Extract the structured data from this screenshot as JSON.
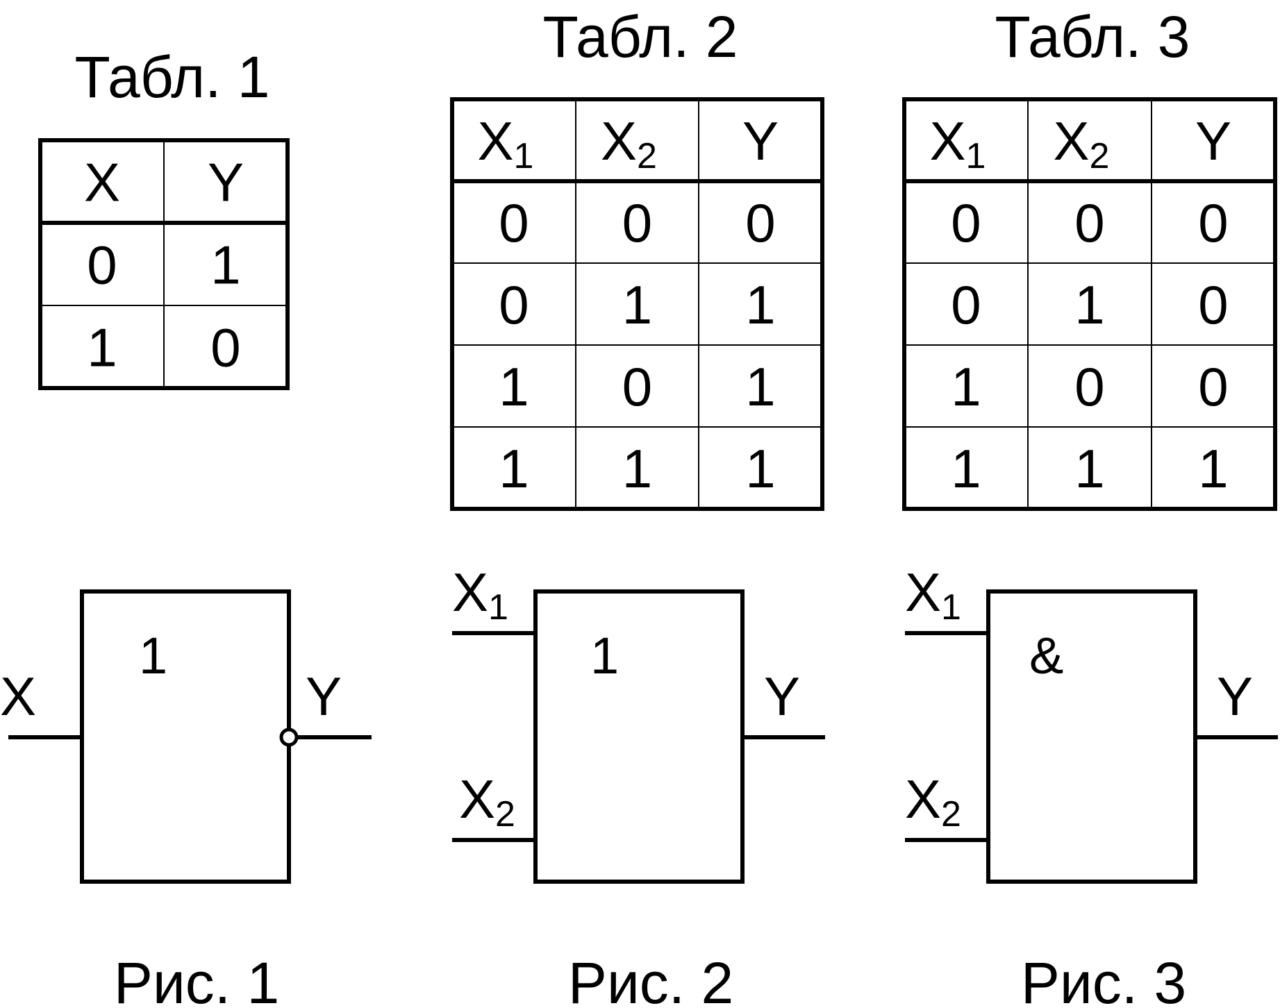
{
  "tables": [
    {
      "title": "Табл. 1",
      "headers": [
        {
          "main": "X",
          "sub": ""
        },
        {
          "main": "Y",
          "sub": ""
        }
      ],
      "rows": [
        [
          "0",
          "1"
        ],
        [
          "1",
          "0"
        ]
      ]
    },
    {
      "title": "Табл. 2",
      "headers": [
        {
          "main": "X",
          "sub": "1"
        },
        {
          "main": "X",
          "sub": "2"
        },
        {
          "main": "Y",
          "sub": ""
        }
      ],
      "rows": [
        [
          "0",
          "0",
          "0"
        ],
        [
          "0",
          "1",
          "1"
        ],
        [
          "1",
          "0",
          "1"
        ],
        [
          "1",
          "1",
          "1"
        ]
      ]
    },
    {
      "title": "Табл. 3",
      "headers": [
        {
          "main": "X",
          "sub": "1"
        },
        {
          "main": "X",
          "sub": "2"
        },
        {
          "main": "Y",
          "sub": ""
        }
      ],
      "rows": [
        [
          "0",
          "0",
          "0"
        ],
        [
          "0",
          "1",
          "0"
        ],
        [
          "1",
          "0",
          "0"
        ],
        [
          "1",
          "1",
          "1"
        ]
      ]
    }
  ],
  "figures": [
    {
      "caption": "Рис. 1",
      "symbol": "1",
      "inputs": [
        {
          "main": "X",
          "sub": ""
        }
      ],
      "output": "Y",
      "inverted_output": true
    },
    {
      "caption": "Рис. 2",
      "symbol": "1",
      "inputs": [
        {
          "main": "X",
          "sub": "1"
        },
        {
          "main": "X",
          "sub": "2"
        }
      ],
      "output": "Y",
      "inverted_output": false
    },
    {
      "caption": "Рис. 3",
      "symbol": "&",
      "inputs": [
        {
          "main": "X",
          "sub": "1"
        },
        {
          "main": "X",
          "sub": "2"
        }
      ],
      "output": "Y",
      "inverted_output": false
    }
  ]
}
